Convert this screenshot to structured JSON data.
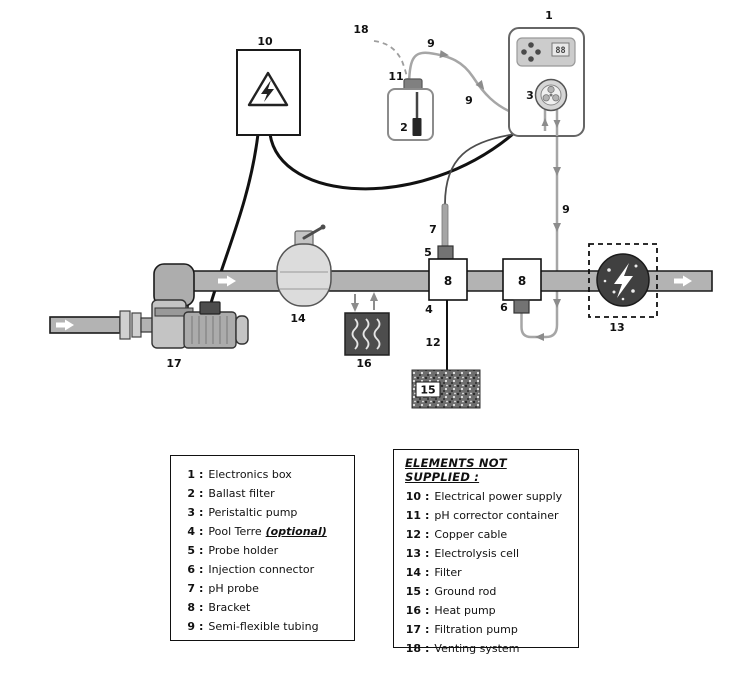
{
  "diagram": {
    "display_value": "88",
    "labels": {
      "electronics_box": "1",
      "ballast_filter": "2",
      "peristaltic_pump": "3",
      "pool_terre": "4",
      "probe_holder": "5",
      "injection_connector": "6",
      "ph_probe": "7",
      "bracket_1": "8",
      "bracket_2": "8",
      "tubing_1": "9",
      "tubing_2": "9",
      "tubing_3": "9",
      "power_supply": "10",
      "ph_corrector_container": "11",
      "copper_cable": "12",
      "electrolysis_cell": "13",
      "filter": "14",
      "ground_rod": "15",
      "heat_pump": "16",
      "filtration_pump": "17",
      "venting_system": "18"
    },
    "colors": {
      "pipe": "#b3b3b3",
      "tubing": "#a6a6a6",
      "cable": "#111111",
      "heat_pump": "#4d4d4d",
      "electrolysis_cell": "#404040"
    }
  },
  "legend_supplied": {
    "separator": ":",
    "items": [
      {
        "num": "1",
        "label": "Electronics box"
      },
      {
        "num": "2",
        "label": "Ballast filter"
      },
      {
        "num": "3",
        "label": "Peristaltic pump"
      },
      {
        "num": "4",
        "label": "Pool Terre",
        "note": "(optional)"
      },
      {
        "num": "5",
        "label": "Probe holder"
      },
      {
        "num": "6",
        "label": "Injection connector"
      },
      {
        "num": "7",
        "label": "pH probe"
      },
      {
        "num": "8",
        "label": "Bracket"
      },
      {
        "num": "9",
        "label": "Semi-flexible tubing"
      }
    ]
  },
  "legend_not_supplied": {
    "title": "ELEMENTS NOT SUPPLIED :",
    "separator": ":",
    "items": [
      {
        "num": "10",
        "label": "Electrical power supply"
      },
      {
        "num": "11",
        "label": "pH corrector container"
      },
      {
        "num": "12",
        "label": "Copper cable"
      },
      {
        "num": "13",
        "label": "Electrolysis cell"
      },
      {
        "num": "14",
        "label": "Filter"
      },
      {
        "num": "15",
        "label": "Ground rod"
      },
      {
        "num": "16",
        "label": "Heat pump"
      },
      {
        "num": "17",
        "label": "Filtration pump"
      },
      {
        "num": "18",
        "label": "Venting system"
      }
    ]
  }
}
